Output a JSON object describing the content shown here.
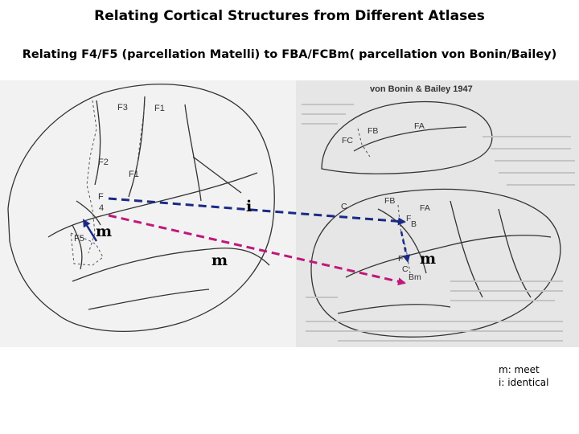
{
  "title": "Relating Cortical Structures from Different Atlases",
  "subtitle": "Relating F4/F5 (parcellation Matelli) to FBA/FCBm( parcellation von Bonin/Bailey)",
  "right_panel_caption": "von Bonin & Bailey 1947",
  "left_areas": [
    "F3",
    "F1",
    "F2",
    "F1",
    "F",
    "4",
    "F5"
  ],
  "right_areas": [
    "FB",
    "FA",
    "FC",
    "FB",
    "C",
    "FA",
    "F",
    "B",
    "F",
    "C",
    "Bm"
  ],
  "arrow_labels": {
    "identical_top": "i",
    "meet_left": "m",
    "meet_center": "m",
    "meet_right": "m"
  },
  "legend": [
    "m: meet",
    "i: identical"
  ],
  "colors": {
    "identical_arrow": "#1a2a86",
    "meet_arrow": "#c0177a",
    "sketch": "#333333"
  }
}
